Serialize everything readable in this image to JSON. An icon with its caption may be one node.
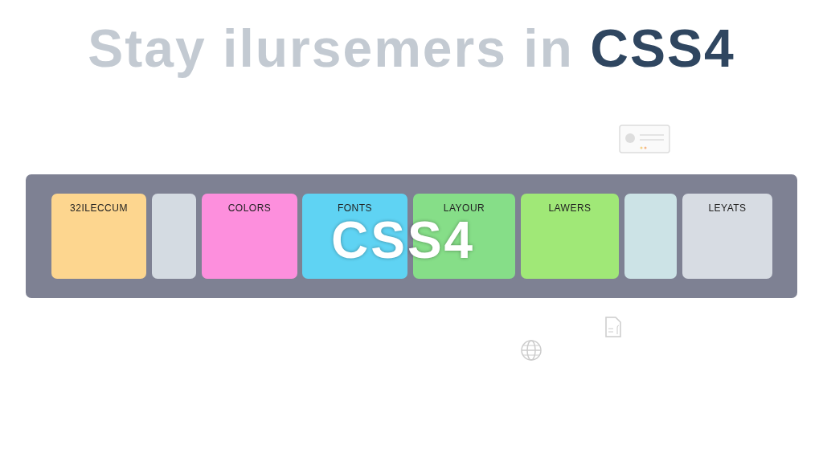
{
  "diagram": {
    "title": "Stay ilursemers in CSS4",
    "nodes": [
      {
        "text": [],
        "shape": "box"
      },
      {
        "text": [
          "32ILECCUM"
        ],
        "in": 0
      },
      {
        "text": [],
        "shape": "box",
        "in": 0
      },
      {
        "text": [
          "COLORS"
        ],
        "in": 0
      },
      {
        "text": [
          "FONTS"
        ],
        "in": 0
      },
      {
        "text": [
          "LAYOUR"
        ],
        "in": 0
      },
      {
        "text": [
          "LAWERS"
        ],
        "in": 0
      },
      {
        "text": [],
        "shape": "box",
        "in": 0
      },
      {
        "text": [
          "LEYATS"
        ],
        "in": 0
      }
    ],
    "labels": [
      "CSS4"
    ]
  }
}
